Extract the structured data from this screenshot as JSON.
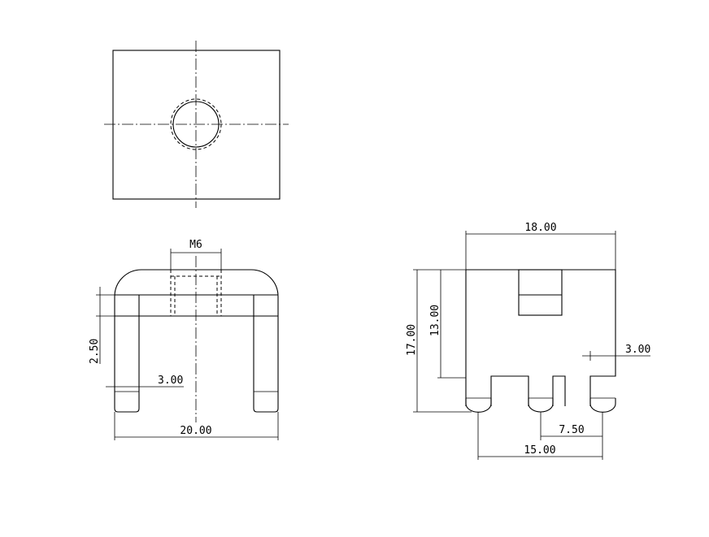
{
  "top_view": {},
  "front_view": {
    "thread_label": "M6",
    "dim_wall_thickness": "2.50",
    "dim_leg_width": "3.00",
    "dim_overall_width": "20.00"
  },
  "side_view": {
    "dim_top_width": "18.00",
    "dim_overall_height": "17.00",
    "dim_body_height": "13.00",
    "dim_pin_width": "3.00",
    "dim_pin_pitch": "7.50",
    "dim_pin_span": "15.00"
  }
}
